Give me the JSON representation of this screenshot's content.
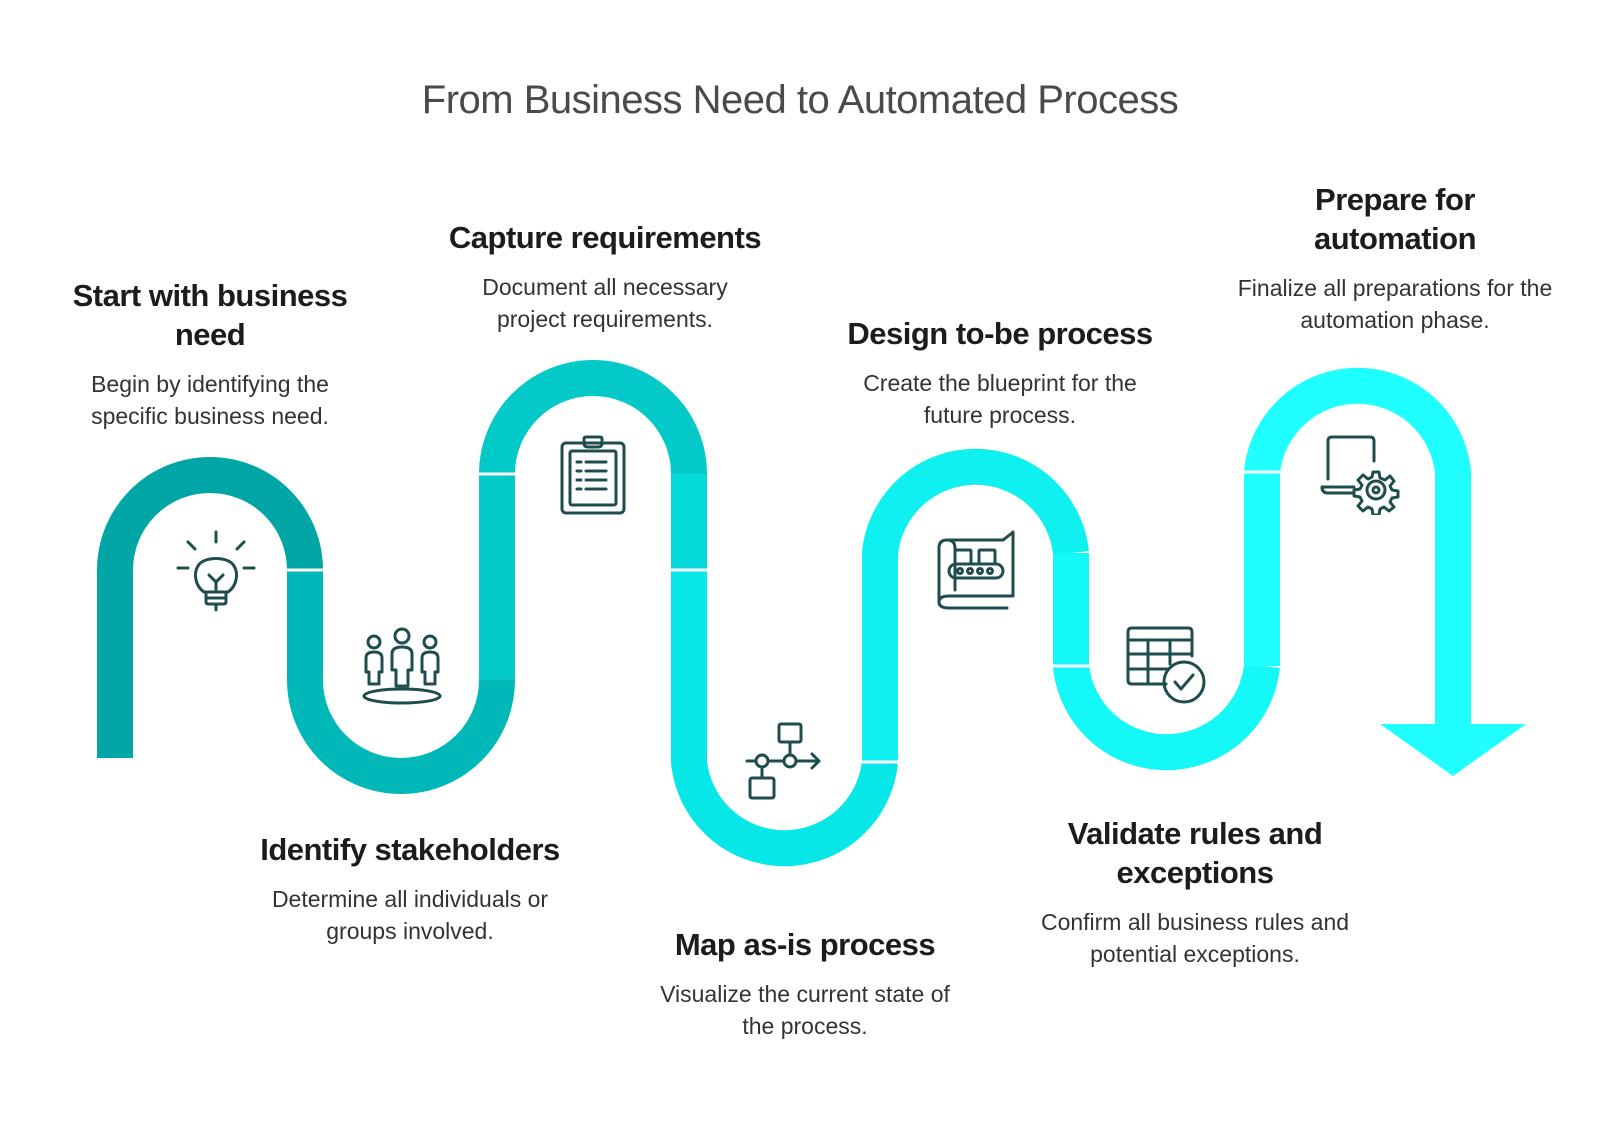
{
  "title": "From Business Need to Automated Process",
  "colors": {
    "seg": [
      "#00a6a6",
      "#00b8b8",
      "#03c9c9",
      "#04dada",
      "#08e7e7",
      "#0ff0f0",
      "#14f8f8",
      "#20ffff"
    ],
    "icon": "#1f4d4d",
    "heading": "#1c1c1c",
    "text": "#333333"
  },
  "steps": [
    {
      "heading": "Start with business need",
      "description": "Begin by identifying the specific business need.",
      "icon": "lightbulb-icon"
    },
    {
      "heading": "Identify stakeholders",
      "description": "Determine all individuals or groups involved.",
      "icon": "stakeholders-icon"
    },
    {
      "heading": "Capture requirements",
      "description": "Document all necessary project requirements.",
      "icon": "clipboard-icon"
    },
    {
      "heading": "Map as-is process",
      "description": "Visualize the current state of the process.",
      "icon": "flowchart-icon"
    },
    {
      "heading": "Design to-be process",
      "description": "Create the blueprint for the future process.",
      "icon": "blueprint-icon"
    },
    {
      "heading": "Validate rules and exceptions",
      "description": "Confirm all business rules and potential exceptions.",
      "icon": "table-check-icon"
    },
    {
      "heading": "Prepare for automation",
      "description": "Finalize all preparations for the automation phase.",
      "icon": "laptop-gear-icon"
    }
  ]
}
